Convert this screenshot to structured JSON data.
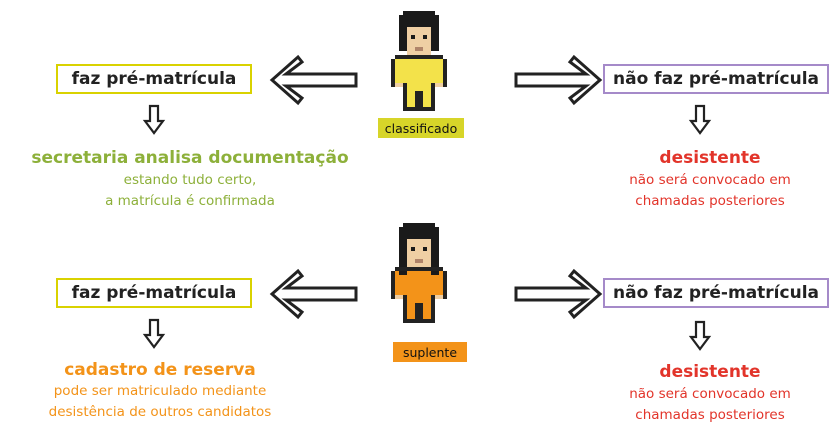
{
  "top": {
    "left_box": "faz pré-matrícula",
    "right_box": "não faz pré-matrícula",
    "character_label": "classificado",
    "left_outcome_title": "secretaria analisa documentação",
    "left_outcome_lines": [
      "estando tudo certo,",
      "a matrícula é confirmada"
    ],
    "right_outcome_title": "desistente",
    "right_outcome_lines": [
      "não será convocado em",
      "chamadas posteriores"
    ]
  },
  "bottom": {
    "left_box": "faz pré-matrícula",
    "right_box": "não faz pré-matrícula",
    "character_label": "suplente",
    "left_outcome_title": "cadastro de reserva",
    "left_outcome_lines": [
      "pode ser matriculado mediante",
      "desistência de outros candidatos"
    ],
    "right_outcome_title": "desistente",
    "right_outcome_lines": [
      "não será convocado em",
      "chamadas posteriores"
    ]
  },
  "colors": {
    "green": "#8db03a",
    "red": "#e2342a",
    "orange": "#f39319",
    "yellow_box_border": "#d9d200",
    "purple_box_border": "#a58ac9",
    "classificado_label_bg": "#d7d529",
    "suplente_label_bg": "#f39319",
    "classificado_shirt": "#f3e24a",
    "suplente_shirt": "#f39319",
    "hair": "#1a1a1a",
    "skin": "#efcfa4"
  },
  "icons": [
    "pixel-character-icon",
    "hollow-arrow-left-icon",
    "hollow-arrow-right-icon",
    "hollow-arrow-down-icon"
  ]
}
